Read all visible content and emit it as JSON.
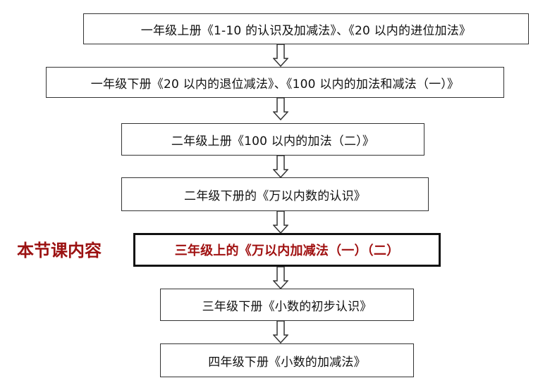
{
  "flow": {
    "steps": [
      {
        "text": "一年级上册《1-10 的认识及加减法》、《20 以内的进位加法》",
        "current": false
      },
      {
        "text": "一年级下册《20 以内的退位减法》、《100 以内的加法和减法（一）》",
        "current": false
      },
      {
        "text": "二年级上册《100 以内的加法（二）》",
        "current": false
      },
      {
        "text": "二年级下册的《万以内数的认识》",
        "current": false
      },
      {
        "text": "三年级上的《万以内加减法（一）（二）",
        "current": true
      },
      {
        "text": "三年级下册《小数的初步认识》",
        "current": false
      },
      {
        "text": "四年级下册《小数的加减法》",
        "current": false
      }
    ]
  },
  "side_label": "本节课内容",
  "colors": {
    "highlight_text": "#a01010",
    "label_text": "#9b1111",
    "border": "#333333"
  }
}
